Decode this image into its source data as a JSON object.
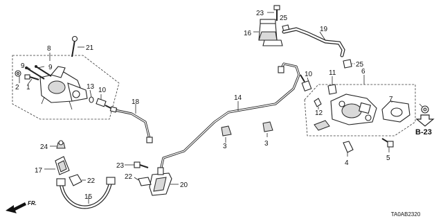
{
  "callouts": {
    "c1": "1",
    "c2": "2",
    "c3a": "3",
    "c3b": "3",
    "c4": "4",
    "c5": "5",
    "c6": "6",
    "c7": "7",
    "c8": "8",
    "c9a": "9",
    "c9b": "9",
    "c10a": "10",
    "c10b": "10",
    "c11": "11",
    "c12": "12",
    "c13": "13",
    "c14": "14",
    "c15": "15",
    "c16": "16",
    "c17": "17",
    "c18": "18",
    "c19": "19",
    "c20": "20",
    "c21": "21",
    "c22a": "22",
    "c22b": "22",
    "c23a": "23",
    "c23b": "23",
    "c24": "24",
    "c25a": "25",
    "c25b": "25"
  },
  "section_ref": "B-23",
  "direction_label": "FR.",
  "diagram_code": "TA0AB2320",
  "icons": {
    "front_arrow": "front-direction-arrow-icon",
    "section_arrow": "section-reference-arrow-icon"
  },
  "colors": {
    "line": "#222222",
    "background": "#ffffff",
    "part_fill": "#d9d9d9"
  }
}
